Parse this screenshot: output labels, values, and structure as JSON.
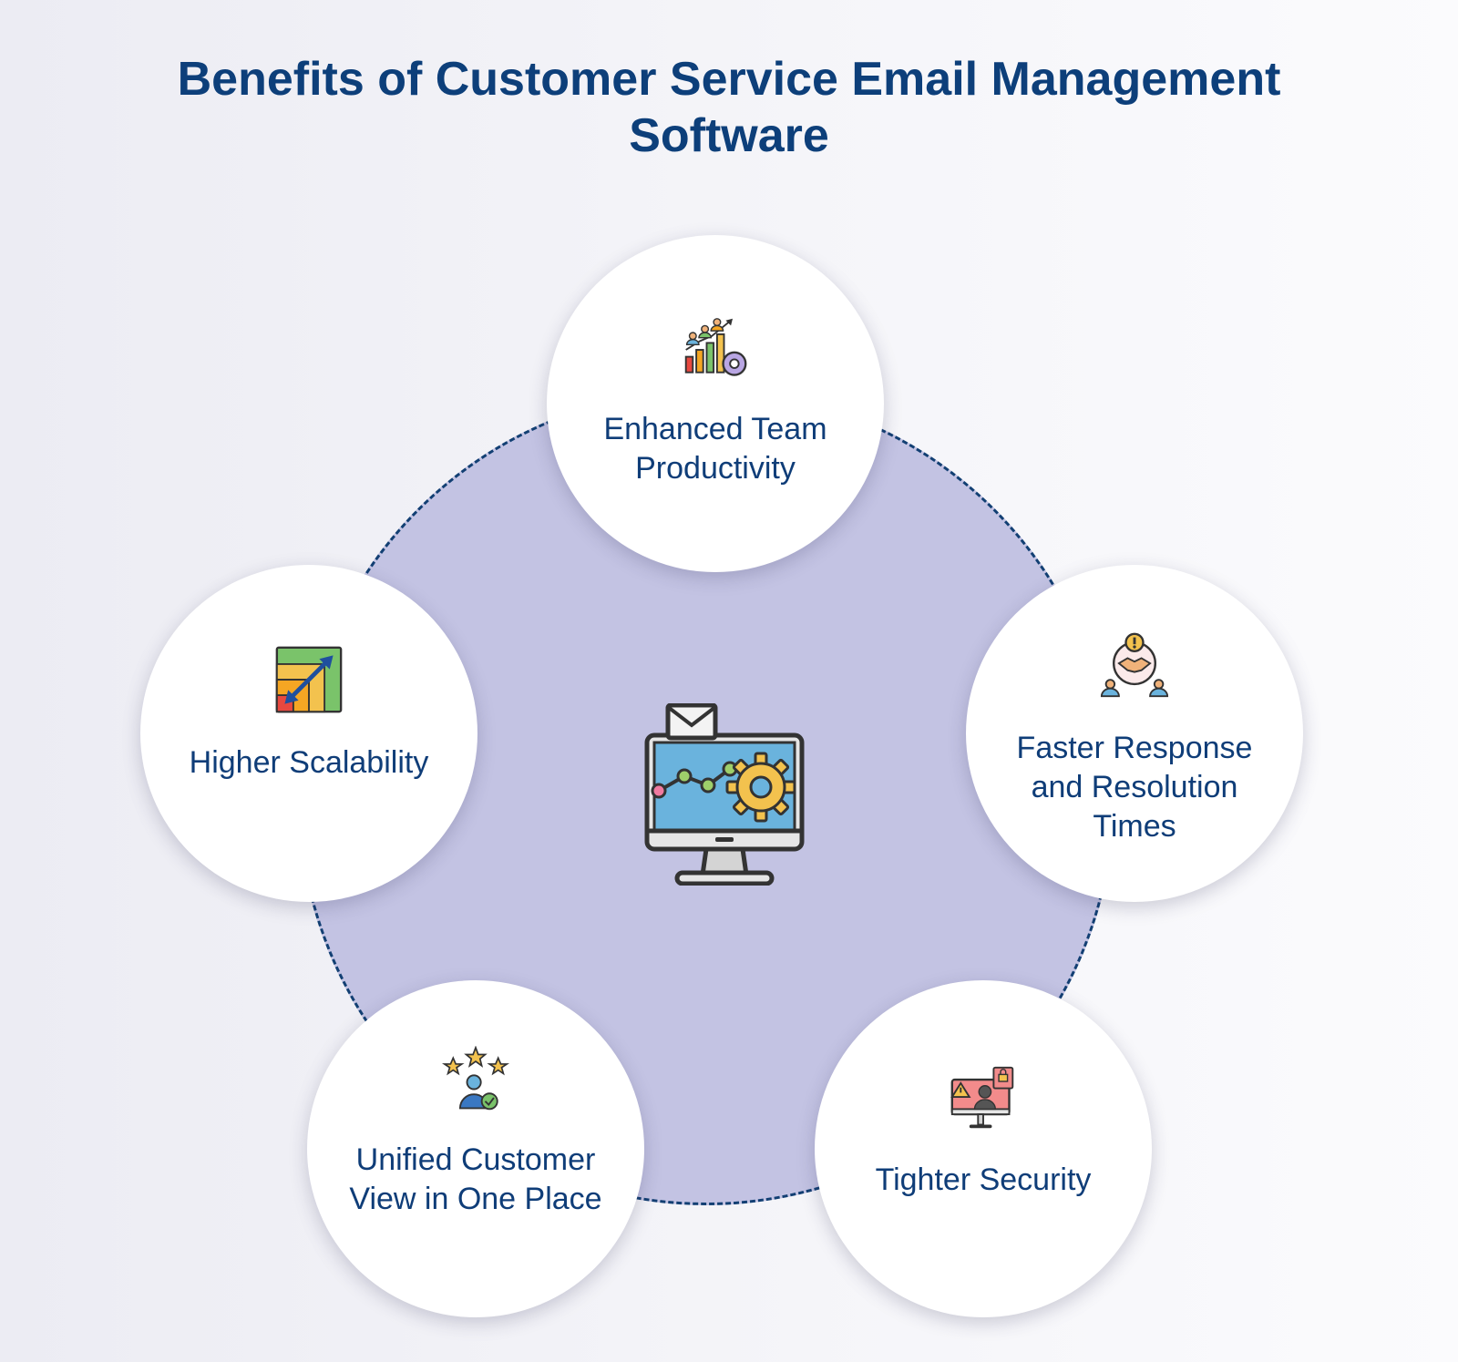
{
  "title": "Benefits of Customer Service Email Management Software",
  "colors": {
    "title": "#0d3f7a",
    "hub_fill": "#c3c3e3",
    "hub_border": "#123f73",
    "node_fill": "#ffffff",
    "label": "#0f3d78"
  },
  "center": {
    "icon": "monitor-email-analytics-icon"
  },
  "benefits": [
    {
      "label": "Enhanced Team Productivity",
      "icon": "team-growth-chart-icon"
    },
    {
      "label": "Faster Response and Resolution Times",
      "icon": "handshake-alert-icon"
    },
    {
      "label": "Tighter Security",
      "icon": "security-monitor-icon"
    },
    {
      "label": "Unified Customer View in One Place",
      "icon": "customer-rating-icon"
    },
    {
      "label": "Higher Scalability",
      "icon": "scalability-chart-icon"
    }
  ]
}
